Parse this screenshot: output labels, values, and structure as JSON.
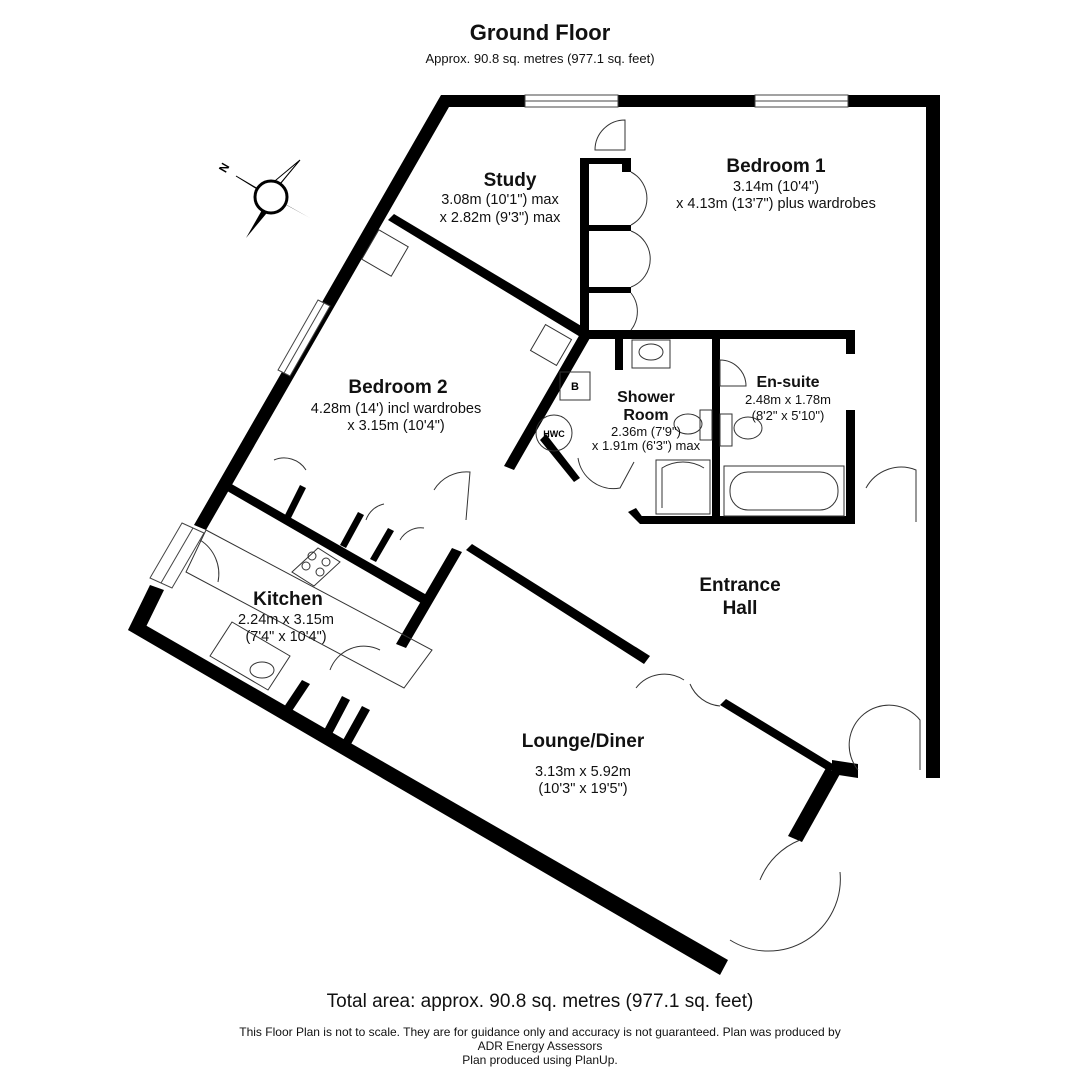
{
  "header": {
    "title": "Ground Floor",
    "subtitle": "Approx. 90.8 sq. metres (977.1 sq. feet)"
  },
  "compass": {
    "north_label": "N"
  },
  "rooms": {
    "study": {
      "name": "Study",
      "dim1": "3.08m (10'1\") max",
      "dim2": "x 2.82m (9'3\") max"
    },
    "bedroom1": {
      "name": "Bedroom 1",
      "dim1": "3.14m (10'4\")",
      "dim2": "x 4.13m (13'7\") plus wardrobes"
    },
    "bedroom2": {
      "name": "Bedroom 2",
      "dim1": "4.28m (14') incl wardrobes",
      "dim2": "x 3.15m (10'4\")"
    },
    "shower": {
      "name1": "Shower",
      "name2": "Room",
      "dim1": "2.36m (7'9\")",
      "dim2": "x 1.91m (6'3\") max"
    },
    "ensuite": {
      "name": "En-suite",
      "dim1": "2.48m x 1.78m",
      "dim2": "(8'2\" x 5'10\")"
    },
    "entrance": {
      "name1": "Entrance",
      "name2": "Hall"
    },
    "kitchen": {
      "name": "Kitchen",
      "dim1": "2.24m x 3.15m",
      "dim2": "(7'4\" x 10'4\")"
    },
    "lounge": {
      "name": "Lounge/Diner",
      "dim1": "3.13m x 5.92m",
      "dim2": "(10'3\" x 19'5\")"
    }
  },
  "fixtures": {
    "boiler": "B",
    "hwc": "HWC"
  },
  "footer": {
    "total": "Total area: approx. 90.8 sq. metres (977.1 sq. feet)",
    "line1": "This Floor Plan is not to scale. They are for guidance only and accuracy is not guaranteed. Plan was produced by",
    "line2": "ADR Energy Assessors",
    "line3": "Plan produced using PlanUp."
  }
}
